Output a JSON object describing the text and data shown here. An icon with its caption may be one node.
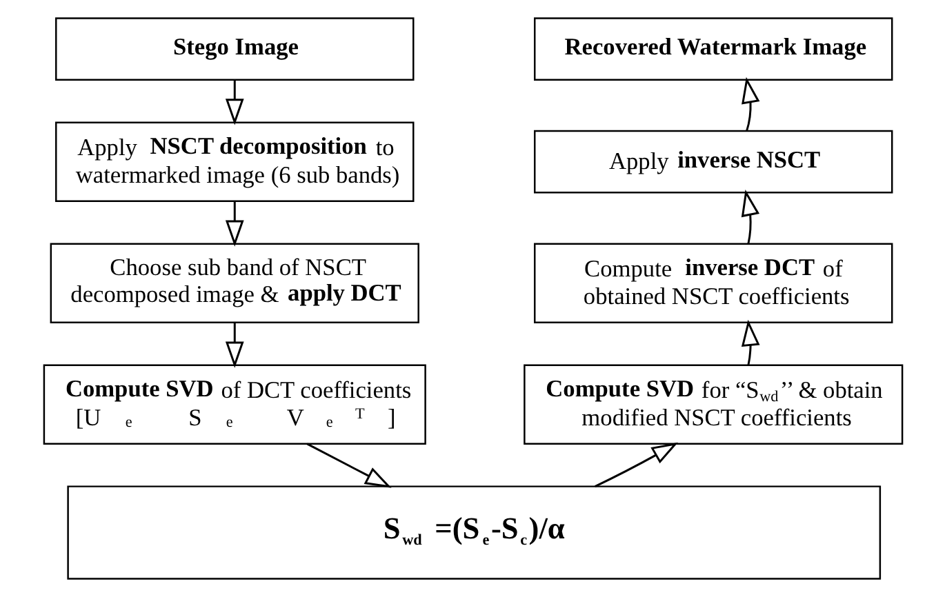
{
  "diagram": {
    "nodes": [
      {
        "text": [
          "**Stego Image**"
        ]
      },
      {
        "text": [
          "Apply **NSCT decomposition** to watermarked image (6 sub bands)"
        ]
      },
      {
        "text": [
          "Choose sub band of NSCT decomposed image & **apply DCT**"
        ]
      },
      {
        "text": [
          "**Compute SVD** of DCT coefficients [U$_{e}$ S$_{e}$ V$_{e}$$^{T}$]"
        ]
      },
      {
        "text": [
          "**S$_{wd}$ =(S$_{e}$-S$_{c}$)/α**"
        ]
      },
      {
        "text": [
          "**Compute SVD** for “S$_{wd}$’’ & obtain modified NSCT coefficients"
        ]
      },
      {
        "text": [
          "Compute **inverse DCT** of obtained NSCT coefficients"
        ]
      },
      {
        "text": [
          "Apply **inverse NSCT**"
        ]
      },
      {
        "text": [
          "**Recovered Watermark Image**"
        ]
      }
    ],
    "edges": [
      {
        "from": 0,
        "to": 1,
        "arrow": "to"
      },
      {
        "from": 1,
        "to": 2,
        "arrow": "to"
      },
      {
        "from": 2,
        "to": 3,
        "arrow": "to"
      },
      {
        "from": 3,
        "to": 4,
        "arrow": "to"
      },
      {
        "from": 4,
        "to": 5,
        "arrow": "to"
      },
      {
        "from": 5,
        "to": 6,
        "arrow": "to"
      },
      {
        "from": 6,
        "to": 7,
        "arrow": "to"
      },
      {
        "from": 7,
        "to": 8,
        "arrow": "to"
      }
    ]
  }
}
